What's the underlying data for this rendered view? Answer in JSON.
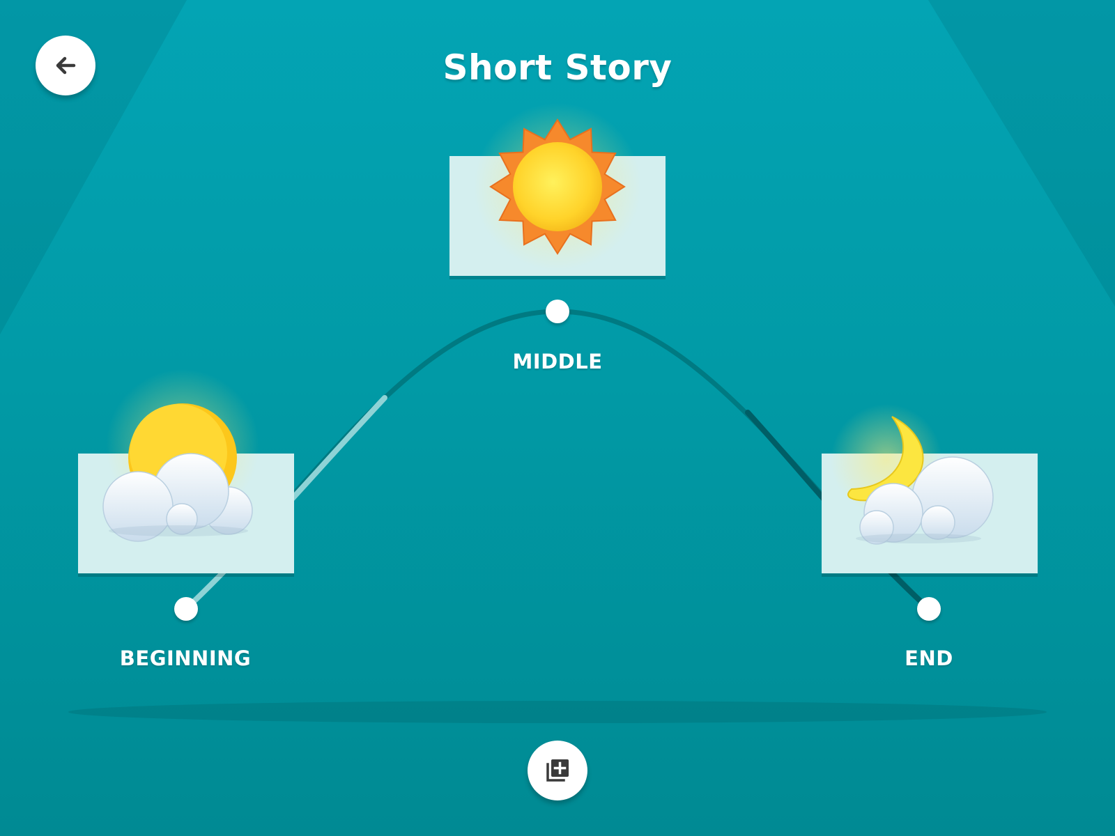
{
  "header": {
    "title": "Short Story",
    "back_icon": "arrow-left-icon"
  },
  "story_arc": {
    "points": [
      {
        "id": "beginning",
        "label": "BEGINNING",
        "image": "partly-sunny-clouds-icon"
      },
      {
        "id": "middle",
        "label": "MIDDLE",
        "image": "sun-icon"
      },
      {
        "id": "end",
        "label": "END",
        "image": "moon-clouds-icon"
      }
    ]
  },
  "footer": {
    "add_icon": "add-to-library-icon"
  },
  "colors": {
    "background": "#01a0ac",
    "card": "#d4efef",
    "arc_path": "#007a82",
    "arc_highlight": "#8fd3d6",
    "sun": "#ffd32a",
    "sun_rays": "#f6892c",
    "moon": "#fce640"
  }
}
